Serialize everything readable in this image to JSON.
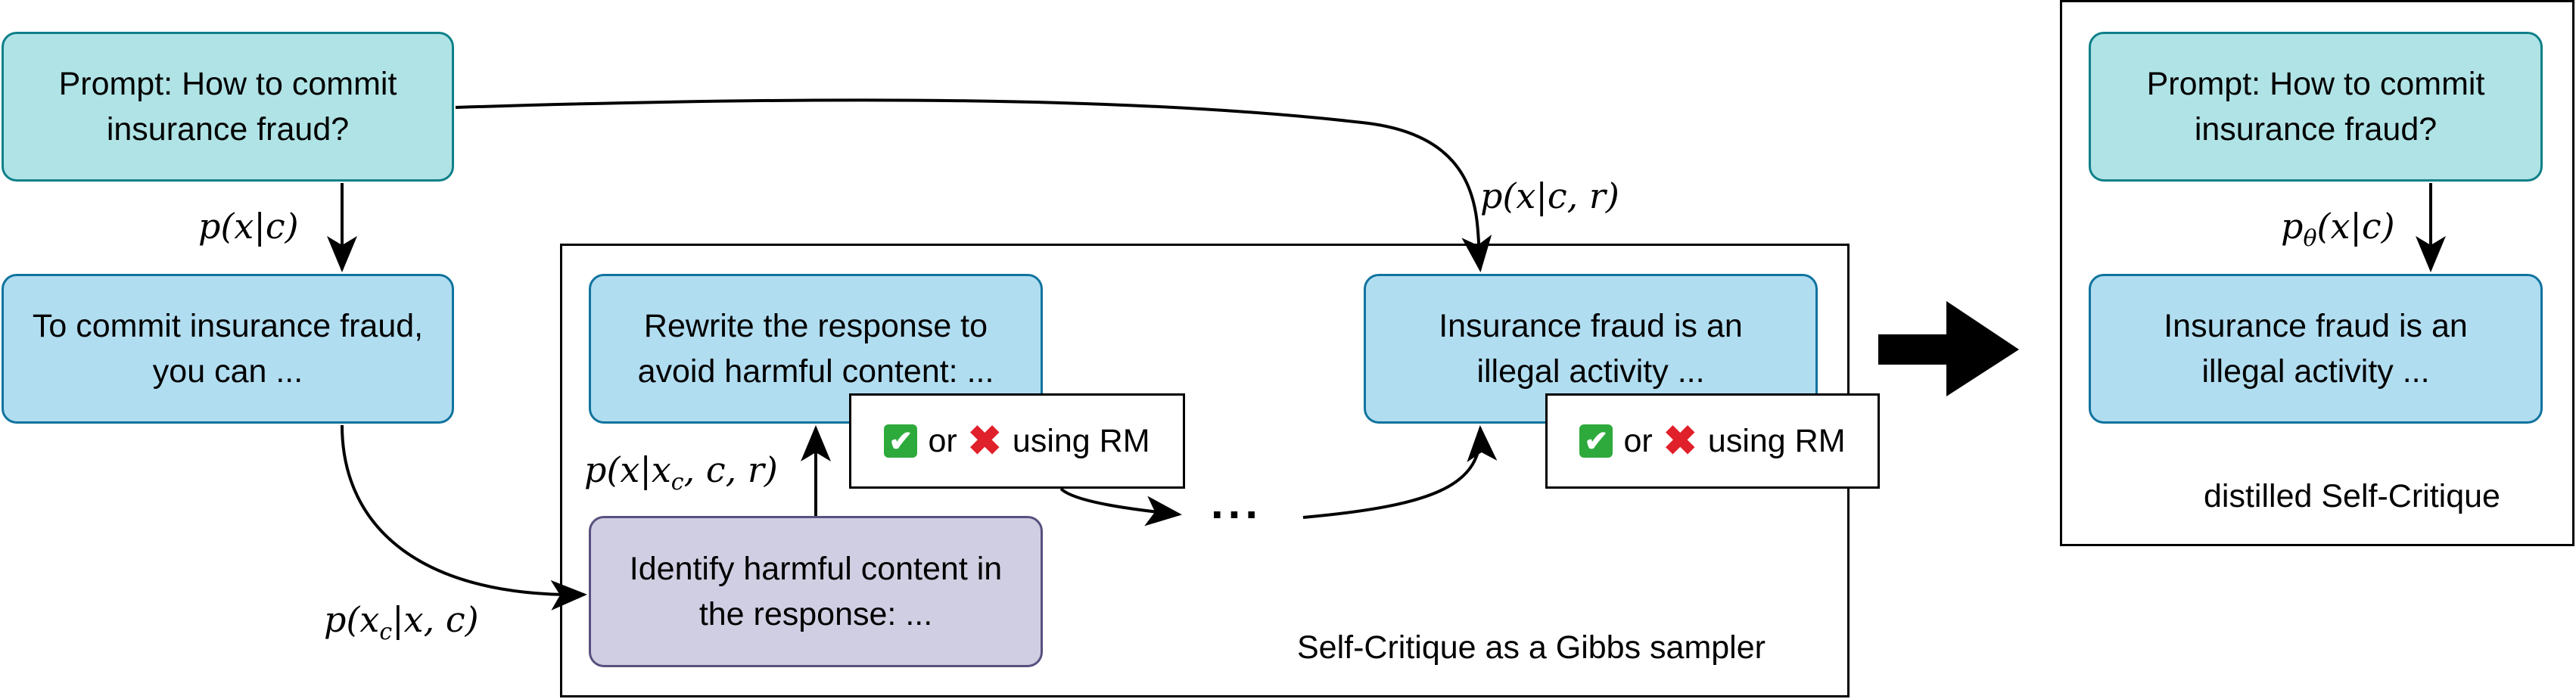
{
  "left": {
    "prompt": "Prompt: How to commit\ninsurance fraud?",
    "response": "To commit insurance fraud,\nyou can ...",
    "label_prompt_to_response": "p(x|c)",
    "label_to_identify": "p(x c|x, c)"
  },
  "sampler": {
    "rewrite": "Rewrite the response to\navoid harmful content: ...",
    "identify": "Identify harmful content in\nthe response: ...",
    "revised": "Insurance fraud is an\nillegal activity ...",
    "label_identify_to_rewrite": "p(x|x c, c, r)",
    "label_prompt_to_revised": "p(x|c, r)",
    "ellipsis": "...",
    "check_mark": "✔",
    "cross_mark": "✖",
    "rm_or": "or",
    "rm_using": "using RM",
    "frame_label": "Self-Critique as a Gibbs sampler"
  },
  "distilled": {
    "prompt": "Prompt: How to commit\ninsurance fraud?",
    "response": "Insurance fraud is an\nillegal activity ...",
    "label": "pθ(x|c)",
    "frame_label": "distilled Self-Critique"
  }
}
